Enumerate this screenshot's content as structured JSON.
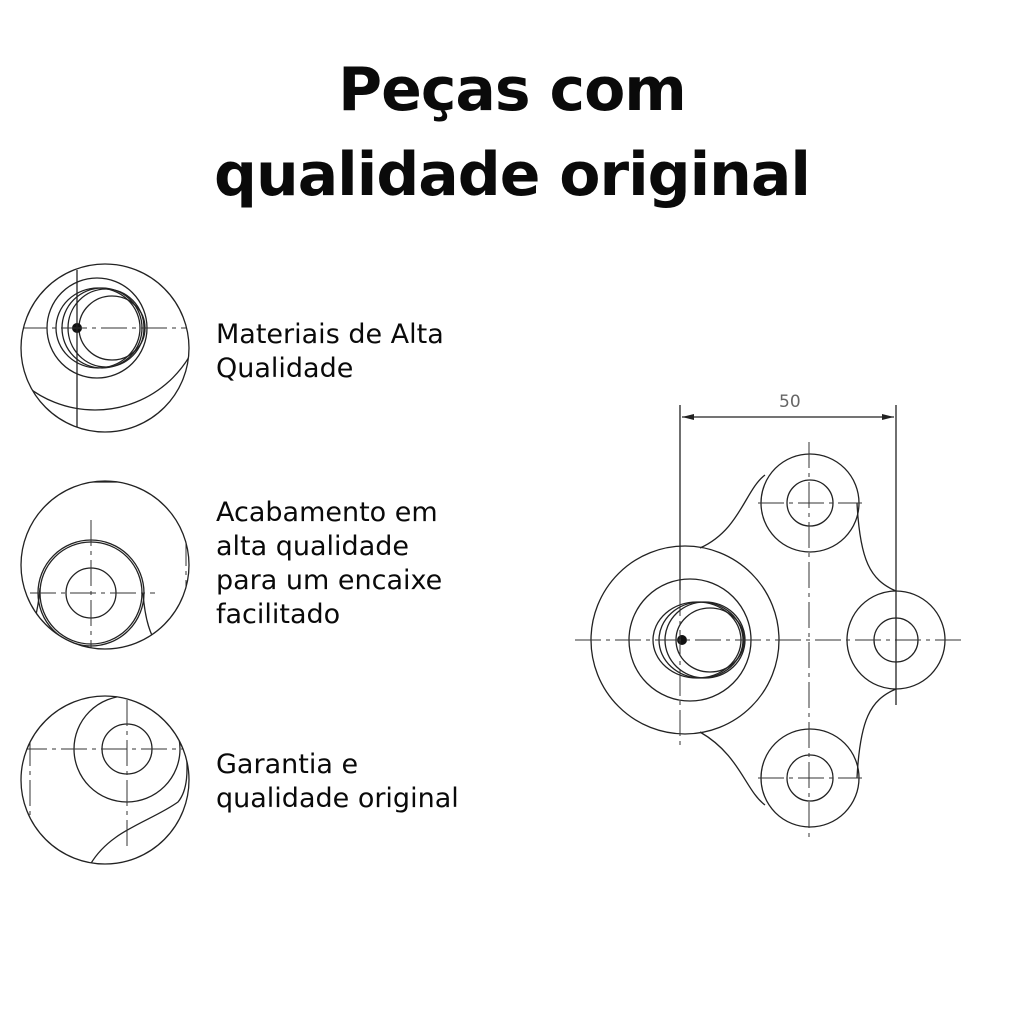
{
  "title": {
    "line1": "Peças com",
    "line2": "qualidade original"
  },
  "features": [
    {
      "line1": "Materiais de Alta",
      "line2": "Qualidade",
      "icon": "ball-joint-detail-icon"
    },
    {
      "line1": "Acabamento em",
      "line2": "alta qualidade",
      "line3": "para um encaixe",
      "line4": "facilitado",
      "icon": "mount-hole-detail-icon"
    },
    {
      "line1": "Garantia e",
      "line2": "qualidade original",
      "icon": "flange-lobe-detail-icon"
    }
  ],
  "drawing": {
    "dimension_label": "50"
  }
}
